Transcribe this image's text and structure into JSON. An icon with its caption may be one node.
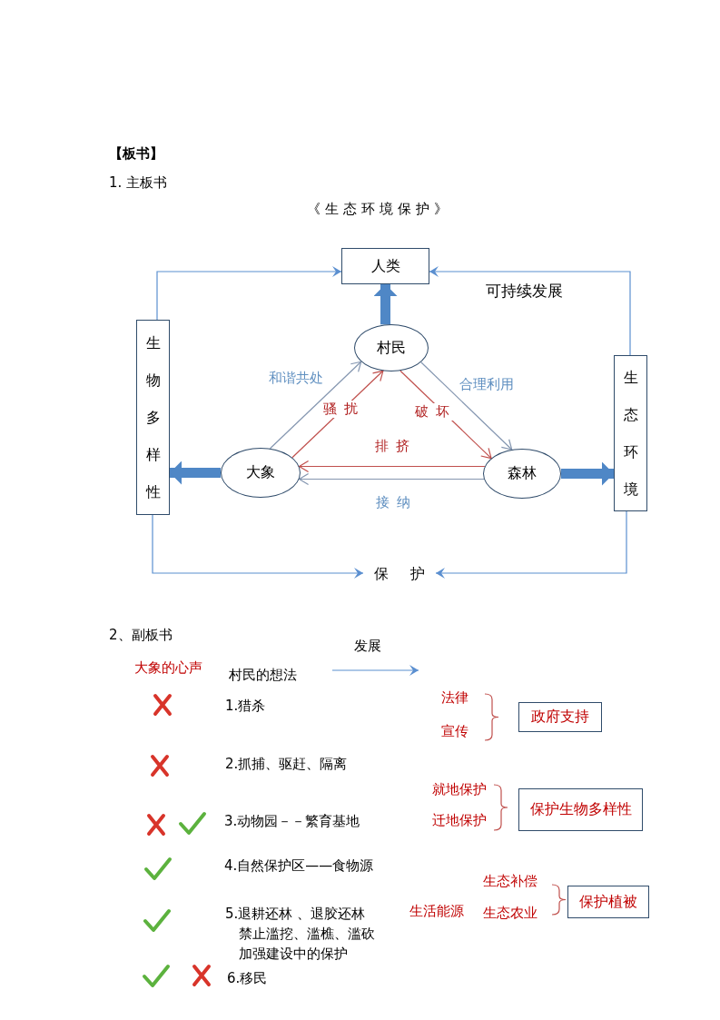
{
  "diagram": {
    "title": "《生态环境保护》",
    "nodes": [
      {
        "text": [
          "人类"
        ]
      },
      {
        "text": [
          "生物多样性"
        ]
      },
      {
        "text": [
          "生态环境"
        ]
      },
      {
        "text": [
          "村民"
        ]
      },
      {
        "text": [
          "大象"
        ]
      },
      {
        "text": [
          "森林"
        ]
      },
      {
        "text": [
          "保护"
        ]
      },
      {
        "text": [
          "政府支持"
        ]
      },
      {
        "text": [
          "保护生物多样性"
        ]
      },
      {
        "text": [
          "保护植被"
        ]
      }
    ],
    "edges": [
      {
        "from": 1,
        "to": 0,
        "arrow": "to"
      },
      {
        "from": 2,
        "to": 0,
        "arrow": "to"
      },
      {
        "from": 3,
        "to": 0,
        "arrow": "to",
        "style": "thick"
      },
      {
        "from": 4,
        "to": 1,
        "arrow": "to",
        "style": "thick"
      },
      {
        "from": 5,
        "to": 2,
        "arrow": "to",
        "style": "thick"
      },
      {
        "from": 4,
        "to": 3,
        "arrow": "to",
        "label": "和谐共处",
        "color": "#8496b0"
      },
      {
        "from": 4,
        "to": 3,
        "arrow": "to",
        "label": "骚扰",
        "color": "#c0504d"
      },
      {
        "from": 3,
        "to": 5,
        "arrow": "to",
        "label": "合理利用",
        "color": "#8496b0"
      },
      {
        "from": 3,
        "to": 5,
        "arrow": "to",
        "label": "破坏",
        "color": "#c0504d"
      },
      {
        "from": 5,
        "to": 4,
        "arrow": "to",
        "label": "排挤",
        "color": "#c0504d"
      },
      {
        "from": 5,
        "to": 4,
        "arrow": "to",
        "label": "接纳",
        "color": "#8496b0"
      },
      {
        "from": 1,
        "to": 6,
        "arrow": "to"
      },
      {
        "from": 2,
        "to": 6,
        "arrow": "to"
      }
    ],
    "labels": [
      "【板书】",
      "1. 主板书",
      "可持续发展",
      "2、副板书",
      "发展",
      "大象的心声",
      "村民的想法",
      "1.猎杀",
      "法律",
      "宣传",
      "2.抓捕、驱赶、隔离",
      "就地保护",
      "3.动物园－－繁育基地",
      "迁地保护",
      "4.自然保护区——食物源",
      "生态补偿",
      "5.退耕还林 、退胶还林",
      "生活能源",
      "生态农业",
      "禁止滥挖、滥樵、滥砍",
      "加强建设中的保护",
      "6.移民"
    ]
  }
}
